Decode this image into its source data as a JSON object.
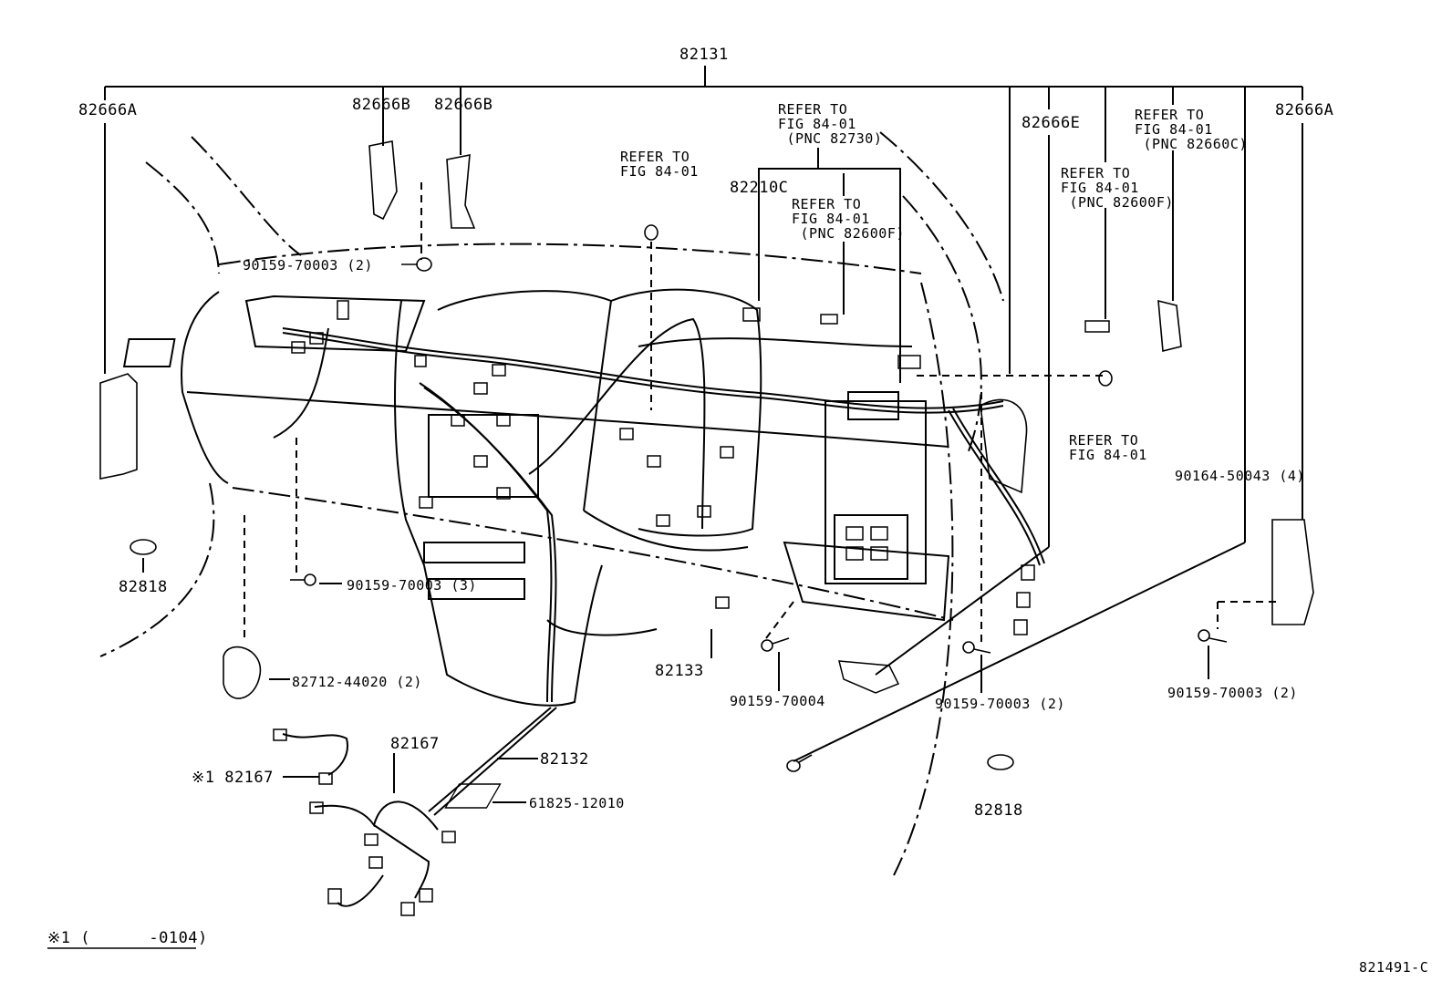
{
  "title_part": "82131",
  "labels": {
    "p82666a_left": "82666A",
    "p82666b_1": "82666B",
    "p82666b_2": "82666B",
    "p82666e": "82666E",
    "p82666a_right": "82666A",
    "p82210c": "82210C",
    "bolt_top": "90159-70003 (2)",
    "bolt_mid": "90159-70003 (3)",
    "clip": "82712-44020 (2)",
    "p82818_left": "82818",
    "p82818_right": "82818",
    "p82133": "82133",
    "bolt_70004": "90159-70004",
    "bolt_center_right": "90159-70003 (2)",
    "bolt_far_right": "90159-70003 (2)",
    "screw_50043": "90164-50043 (4)",
    "p82167": "82167",
    "p82167_note": "※1 82167",
    "p82132": "82132",
    "label_61825": "61825-12010",
    "footnote": "※1 (      -0104)",
    "figure_id": "821491-C"
  },
  "refs": {
    "r82730": [
      "REFER TO",
      "FIG 84-01",
      " (PNC 82730)"
    ],
    "r_center": [
      "REFER TO",
      "FIG 84-01"
    ],
    "r82600f_a": [
      "REFER TO",
      "FIG 84-01",
      " (PNC 82600F)"
    ],
    "r82600f_b": [
      "REFER TO",
      "FIG 84-01",
      " (PNC 82600F)"
    ],
    "r82660c": [
      "REFER TO",
      "FIG 84-01",
      " (PNC 82660C)"
    ],
    "r_right": [
      "REFER TO",
      "FIG 84-01"
    ]
  }
}
